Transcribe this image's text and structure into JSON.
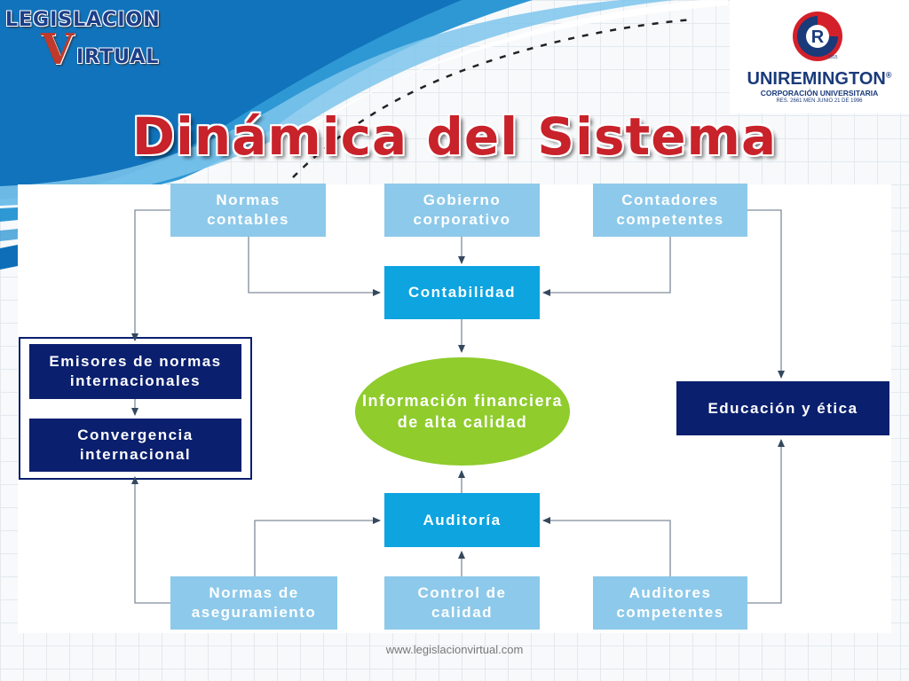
{
  "header": {
    "legislacion_logo": {
      "line1": "LEGISLACION",
      "v": "V",
      "line2": "IRTUAL"
    },
    "uniremington_logo": {
      "name": "UNIREMINGTON",
      "registered": "®",
      "subtitle": "CORPORACIÓN UNIVERSITARIA",
      "resolution": "RES. 2661 MEN JUNIO 21 DE 1996",
      "year_mark": "1915",
      "mark_letter": "R"
    },
    "title": "Dinámica del Sistema"
  },
  "diagram": {
    "nodes": {
      "normas_contables": "Normas contables",
      "gobierno_corporativo": "Gobierno corporativo",
      "contadores_competentes": "Contadores competentes",
      "contabilidad": "Contabilidad",
      "emisores": "Emisores de normas internacionales",
      "convergencia": "Convergencia internacional",
      "informacion": "Información financiera de alta calidad",
      "educacion": "Educación y ética",
      "auditoria": "Auditoría",
      "normas_aseguramiento": "Normas de aseguramiento",
      "control_calidad": "Control de calidad",
      "auditores_competentes": "Auditores competentes"
    },
    "colors": {
      "light_blue": "#8dc9ea",
      "medium_blue": "#0da4e0",
      "dark_navy": "#0a1f6e",
      "green": "#8fcc2c",
      "title_red": "#c8222a"
    }
  },
  "footer": {
    "url": "www.legislacionvirtual.com"
  }
}
